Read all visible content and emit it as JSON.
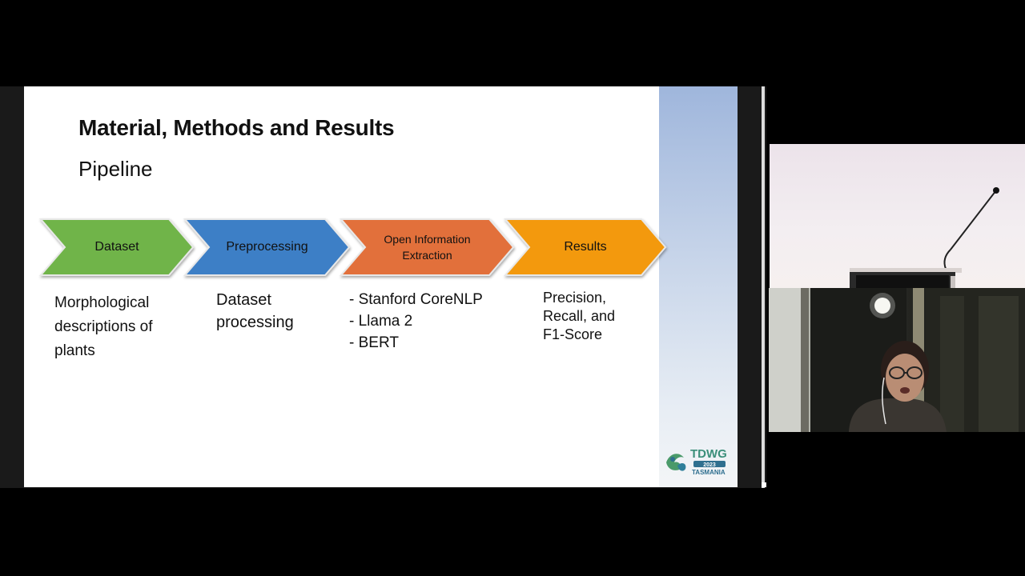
{
  "slide": {
    "title": "Material, Methods and Results",
    "subtitle": "Pipeline",
    "steps": [
      {
        "label": "Dataset",
        "color": "#70b44a"
      },
      {
        "label": "Preprocessing",
        "color": "#3d7fc6"
      },
      {
        "label_lines": [
          "Open Information",
          "Extraction"
        ],
        "color": "#e2703a"
      },
      {
        "label": "Results",
        "color": "#f3990f"
      }
    ],
    "descriptions": {
      "dataset_lines": [
        "Morphological",
        "descriptions of",
        "plants"
      ],
      "preprocessing_lines": [
        "Dataset",
        "processing"
      ],
      "extraction_lines": [
        "- Stanford CoreNLP",
        "- Llama 2",
        "- BERT"
      ],
      "results_lines": [
        "Precision,",
        "Recall, and",
        "F1-Score"
      ]
    },
    "logo": {
      "text_main": "TDWG",
      "text_year": "2023",
      "text_place": "TASMANIA",
      "color": "#3b8f7a"
    }
  },
  "video": {
    "top_tile": "podium-camera",
    "bottom_tile": "speaker-camera"
  }
}
